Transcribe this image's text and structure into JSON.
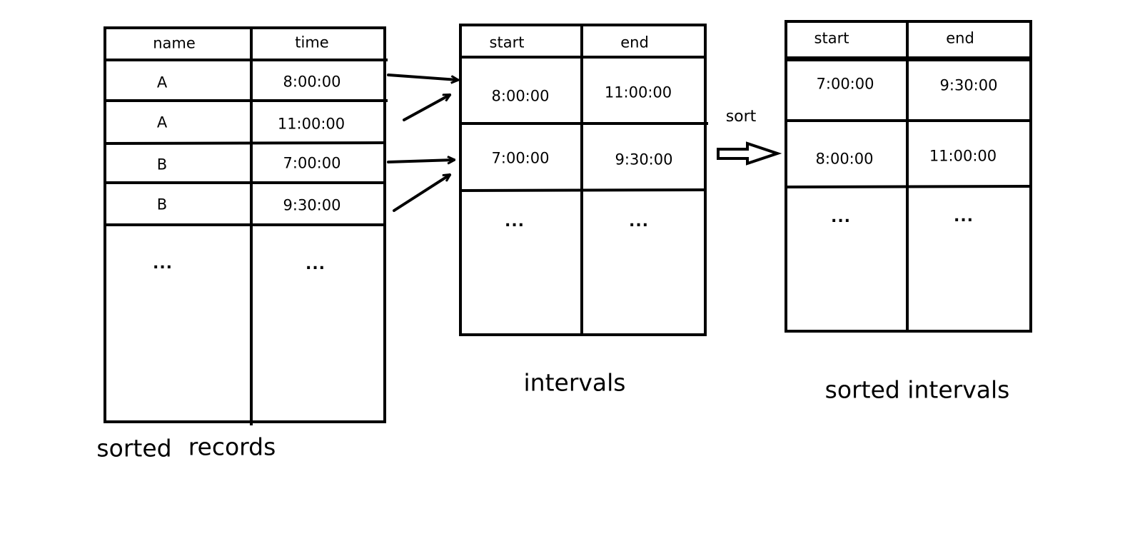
{
  "records": {
    "headers": [
      "name",
      "time"
    ],
    "rows": [
      [
        "A",
        "8:00:00"
      ],
      [
        "A",
        "11:00:00"
      ],
      [
        "B",
        "7:00:00"
      ],
      [
        "B",
        "9:30:00"
      ],
      [
        "...",
        "..."
      ]
    ],
    "caption_left": "sorted",
    "caption_right": "records"
  },
  "intervals": {
    "headers": [
      "start",
      "end"
    ],
    "rows": [
      [
        "8:00:00",
        "11:00:00"
      ],
      [
        "7:00:00",
        "9:30:00"
      ],
      [
        "...",
        "..."
      ]
    ],
    "caption": "intervals"
  },
  "sort_label": "sort",
  "sorted_intervals": {
    "headers": [
      "start",
      "end"
    ],
    "rows": [
      [
        "7:00:00",
        "9:30:00"
      ],
      [
        "8:00:00",
        "11:00:00"
      ],
      [
        "...",
        "..."
      ]
    ],
    "caption": "sorted intervals"
  }
}
